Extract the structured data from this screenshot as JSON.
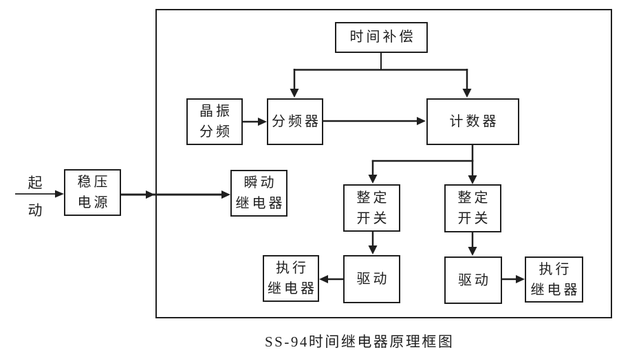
{
  "colors": {
    "line": "#1f1f1f",
    "background": "#ffffff",
    "box_fill": "#ffffff"
  },
  "caption": "SS-94时间继电器原理框图",
  "start_label": {
    "line1": "起",
    "line2": "动"
  },
  "nodes": {
    "time_compensation": {
      "label": "时间补偿"
    },
    "crystal_divider": {
      "line1": "晶振",
      "line2": "分频"
    },
    "frequency_divider": {
      "label": "分频器"
    },
    "counter": {
      "label": "计数器"
    },
    "regulated_power": {
      "line1": "稳压",
      "line2": "电源"
    },
    "instant_relay": {
      "line1": "瞬动",
      "line2": "继电器"
    },
    "setting_switch_left": {
      "line1": "整定",
      "line2": "开关"
    },
    "setting_switch_right": {
      "line1": "整定",
      "line2": "开关"
    },
    "drive_left": {
      "label": "驱动"
    },
    "drive_right": {
      "label": "驱动"
    },
    "exec_relay_left": {
      "line1": "执行",
      "line2": "继电器"
    },
    "exec_relay_right": {
      "line1": "执行",
      "line2": "继电器"
    }
  }
}
